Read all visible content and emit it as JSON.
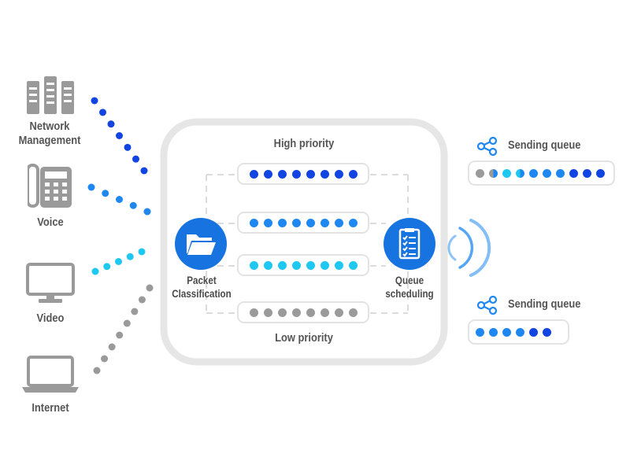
{
  "sources": [
    {
      "label": "Network\nManagement",
      "icon": "server-rack-icon",
      "dot_color": "#1144e0"
    },
    {
      "label": "Voice",
      "icon": "telephone-icon",
      "dot_color": "#1e88f0"
    },
    {
      "label": "Video",
      "icon": "monitor-icon",
      "dot_color": "#1ec8f0"
    },
    {
      "label": "Internet",
      "icon": "laptop-icon",
      "dot_color": "#9a9a9a"
    }
  ],
  "center": {
    "high_priority": "High priority",
    "low_priority": "Low priority",
    "classifier_label": "Packet\nClassification",
    "classifier_icon": "folder-icon",
    "scheduler_label": "Queue\nscheduling",
    "scheduler_icon": "checklist-icon"
  },
  "queues": [
    {
      "name": "queue-1",
      "color": "#1144e0",
      "count": 8
    },
    {
      "name": "queue-2",
      "color": "#1e88f0",
      "count": 8
    },
    {
      "name": "queue-3",
      "color": "#1ec8f0",
      "count": 8
    },
    {
      "name": "queue-4",
      "color": "#9a9a9a",
      "count": 8
    }
  ],
  "outputs": [
    {
      "label": "Sending queue",
      "icon": "share-icon",
      "dots": [
        "#9a9a9a",
        "half:#9a9a9a:#1e88f0",
        "#1ec8f0",
        "half:#1ec8f0:#1e88f0",
        "#1e88f0",
        "#1e88f0",
        "#1e88f0",
        "#1144e0",
        "#1144e0",
        "#1144e0"
      ]
    },
    {
      "label": "Sending queue",
      "icon": "share-icon",
      "dots": [
        "#1e88f0",
        "#1e88f0",
        "#1e88f0",
        "#1e88f0",
        "#1144e0",
        "#1144e0"
      ]
    }
  ],
  "colors": {
    "accent": "#1773e0",
    "frame": "#e6e6e6",
    "icon_gray": "#9a9a9a",
    "wave": "#1e88f0"
  }
}
